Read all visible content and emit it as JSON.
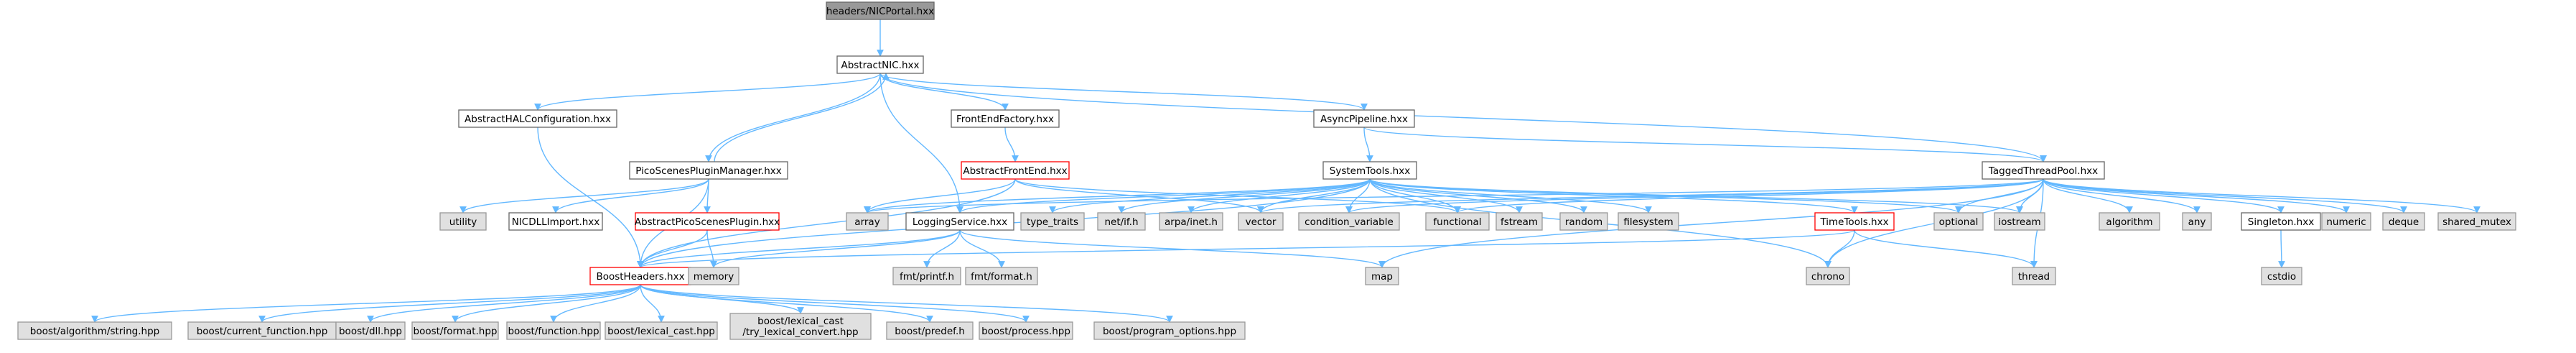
{
  "graph": {
    "colors": {
      "edge": "#63b8ff",
      "root_fill": "#999999",
      "root_border": "#666666",
      "node_border": "#666666",
      "truncated_border": "#ff0000",
      "system_fill": "#e0e0e0",
      "system_border": "#999999"
    },
    "nodes": [
      {
        "id": "root",
        "label": "headers/NICPortal.hxx",
        "kind": "root"
      },
      {
        "id": "abstractnic",
        "label": "AbstractNIC.hxx",
        "kind": "normal"
      },
      {
        "id": "abstracthal",
        "label": "AbstractHALConfiguration.hxx",
        "kind": "normal"
      },
      {
        "id": "frontendfactory",
        "label": "FrontEndFactory.hxx",
        "kind": "normal"
      },
      {
        "id": "asyncpipeline",
        "label": "AsyncPipeline.hxx",
        "kind": "normal"
      },
      {
        "id": "picoscenespluginmanager",
        "label": "PicoScenesPluginManager.hxx",
        "kind": "normal"
      },
      {
        "id": "abstractfrontend",
        "label": "AbstractFrontEnd.hxx",
        "kind": "truncated"
      },
      {
        "id": "systemtools",
        "label": "SystemTools.hxx",
        "kind": "normal"
      },
      {
        "id": "taggedthreadpool",
        "label": "TaggedThreadPool.hxx",
        "kind": "normal"
      },
      {
        "id": "utility",
        "label": "utility",
        "kind": "system"
      },
      {
        "id": "nicdllimport",
        "label": "NICDLLImport.hxx",
        "kind": "normal"
      },
      {
        "id": "abstractpicoscenesplugin",
        "label": "AbstractPicoScenesPlugin.hxx",
        "kind": "truncated"
      },
      {
        "id": "array",
        "label": "array",
        "kind": "system"
      },
      {
        "id": "loggingservice",
        "label": "LoggingService.hxx",
        "kind": "normal"
      },
      {
        "id": "type_traits",
        "label": "type_traits",
        "kind": "system"
      },
      {
        "id": "netif",
        "label": "net/if.h",
        "kind": "system"
      },
      {
        "id": "arpainet",
        "label": "arpa/inet.h",
        "kind": "system"
      },
      {
        "id": "vector",
        "label": "vector",
        "kind": "system"
      },
      {
        "id": "condition_variable",
        "label": "condition_variable",
        "kind": "system"
      },
      {
        "id": "functional",
        "label": "functional",
        "kind": "system"
      },
      {
        "id": "fstream",
        "label": "fstream",
        "kind": "system"
      },
      {
        "id": "random",
        "label": "random",
        "kind": "system"
      },
      {
        "id": "filesystem",
        "label": "filesystem",
        "kind": "system"
      },
      {
        "id": "timetools",
        "label": "TimeTools.hxx",
        "kind": "truncated"
      },
      {
        "id": "optional",
        "label": "optional",
        "kind": "system"
      },
      {
        "id": "iostream",
        "label": "iostream",
        "kind": "system"
      },
      {
        "id": "algorithm",
        "label": "algorithm",
        "kind": "system"
      },
      {
        "id": "any",
        "label": "any",
        "kind": "system"
      },
      {
        "id": "singleton",
        "label": "Singleton.hxx",
        "kind": "normal"
      },
      {
        "id": "numeric",
        "label": "numeric",
        "kind": "system"
      },
      {
        "id": "deque",
        "label": "deque",
        "kind": "system"
      },
      {
        "id": "shared_mutex",
        "label": "shared_mutex",
        "kind": "system"
      },
      {
        "id": "boostheaders",
        "label": "BoostHeaders.hxx",
        "kind": "truncated"
      },
      {
        "id": "memory",
        "label": "memory",
        "kind": "system"
      },
      {
        "id": "fmtprintf",
        "label": "fmt/printf.h",
        "kind": "system"
      },
      {
        "id": "fmtformat",
        "label": "fmt/format.h",
        "kind": "system"
      },
      {
        "id": "map",
        "label": "map",
        "kind": "system"
      },
      {
        "id": "chrono",
        "label": "chrono",
        "kind": "system"
      },
      {
        "id": "thread",
        "label": "thread",
        "kind": "system"
      },
      {
        "id": "cstdio",
        "label": "cstdio",
        "kind": "system"
      },
      {
        "id": "b_algstring",
        "label": "boost/algorithm/string.hpp",
        "kind": "system"
      },
      {
        "id": "b_curfunc",
        "label": "boost/current_function.hpp",
        "kind": "system"
      },
      {
        "id": "b_dll",
        "label": "boost/dll.hpp",
        "kind": "system"
      },
      {
        "id": "b_format",
        "label": "boost/format.hpp",
        "kind": "system"
      },
      {
        "id": "b_function",
        "label": "boost/function.hpp",
        "kind": "system"
      },
      {
        "id": "b_lexcast",
        "label": "boost/lexical_cast.hpp",
        "kind": "system"
      },
      {
        "id": "b_trylex",
        "label": "boost/lexical_cast\n/try_lexical_convert.hpp",
        "kind": "system"
      },
      {
        "id": "b_predef",
        "label": "boost/predef.h",
        "kind": "system"
      },
      {
        "id": "b_process",
        "label": "boost/process.hpp",
        "kind": "system"
      },
      {
        "id": "b_progopts",
        "label": "boost/program_options.hpp",
        "kind": "system"
      }
    ],
    "edges": [
      [
        "root",
        "abstractnic"
      ],
      [
        "abstractnic",
        "abstracthal"
      ],
      [
        "abstractnic",
        "frontendfactory"
      ],
      [
        "abstractnic",
        "asyncpipeline"
      ],
      [
        "abstractnic",
        "picoscenespluginmanager"
      ],
      [
        "abstractnic",
        "loggingservice"
      ],
      [
        "abstractnic",
        "taggedthreadpool"
      ],
      [
        "picoscenespluginmanager",
        "abstractnic"
      ],
      [
        "abstracthal",
        "boostheaders"
      ],
      [
        "frontendfactory",
        "abstractfrontend"
      ],
      [
        "asyncpipeline",
        "systemtools"
      ],
      [
        "asyncpipeline",
        "taggedthreadpool"
      ],
      [
        "picoscenespluginmanager",
        "utility"
      ],
      [
        "picoscenespluginmanager",
        "nicdllimport"
      ],
      [
        "picoscenespluginmanager",
        "abstractpicoscenesplugin"
      ],
      [
        "picoscenespluginmanager",
        "boostheaders"
      ],
      [
        "abstractfrontend",
        "array"
      ],
      [
        "abstractfrontend",
        "boostheaders"
      ],
      [
        "abstractfrontend",
        "vector"
      ],
      [
        "abstractfrontend",
        "functional"
      ],
      [
        "abstractpicoscenesplugin",
        "boostheaders"
      ],
      [
        "abstractpicoscenesplugin",
        "memory"
      ],
      [
        "systemtools",
        "array"
      ],
      [
        "systemtools",
        "loggingservice"
      ],
      [
        "systemtools",
        "type_traits"
      ],
      [
        "systemtools",
        "netif"
      ],
      [
        "systemtools",
        "arpainet"
      ],
      [
        "systemtools",
        "vector"
      ],
      [
        "systemtools",
        "condition_variable"
      ],
      [
        "systemtools",
        "functional"
      ],
      [
        "systemtools",
        "fstream"
      ],
      [
        "systemtools",
        "random"
      ],
      [
        "systemtools",
        "filesystem"
      ],
      [
        "systemtools",
        "timetools"
      ],
      [
        "systemtools",
        "optional"
      ],
      [
        "systemtools",
        "iostream"
      ],
      [
        "systemtools",
        "boostheaders"
      ],
      [
        "systemtools",
        "chrono"
      ],
      [
        "loggingservice",
        "boostheaders"
      ],
      [
        "loggingservice",
        "memory"
      ],
      [
        "loggingservice",
        "fmtprintf"
      ],
      [
        "loggingservice",
        "fmtformat"
      ],
      [
        "loggingservice",
        "map"
      ],
      [
        "timetools",
        "boostheaders"
      ],
      [
        "timetools",
        "chrono"
      ],
      [
        "timetools",
        "thread"
      ],
      [
        "taggedthreadpool",
        "array"
      ],
      [
        "taggedthreadpool",
        "vector"
      ],
      [
        "taggedthreadpool",
        "condition_variable"
      ],
      [
        "taggedthreadpool",
        "functional"
      ],
      [
        "taggedthreadpool",
        "optional"
      ],
      [
        "taggedthreadpool",
        "iostream"
      ],
      [
        "taggedthreadpool",
        "algorithm"
      ],
      [
        "taggedthreadpool",
        "any"
      ],
      [
        "taggedthreadpool",
        "singleton"
      ],
      [
        "taggedthreadpool",
        "numeric"
      ],
      [
        "taggedthreadpool",
        "deque"
      ],
      [
        "taggedthreadpool",
        "shared_mutex"
      ],
      [
        "taggedthreadpool",
        "map"
      ],
      [
        "taggedthreadpool",
        "chrono"
      ],
      [
        "taggedthreadpool",
        "thread"
      ],
      [
        "singleton",
        "cstdio"
      ],
      [
        "boostheaders",
        "b_algstring"
      ],
      [
        "boostheaders",
        "b_curfunc"
      ],
      [
        "boostheaders",
        "b_dll"
      ],
      [
        "boostheaders",
        "b_format"
      ],
      [
        "boostheaders",
        "b_function"
      ],
      [
        "boostheaders",
        "b_lexcast"
      ],
      [
        "boostheaders",
        "b_trylex"
      ],
      [
        "boostheaders",
        "b_predef"
      ],
      [
        "boostheaders",
        "b_process"
      ],
      [
        "boostheaders",
        "b_progopts"
      ]
    ]
  }
}
